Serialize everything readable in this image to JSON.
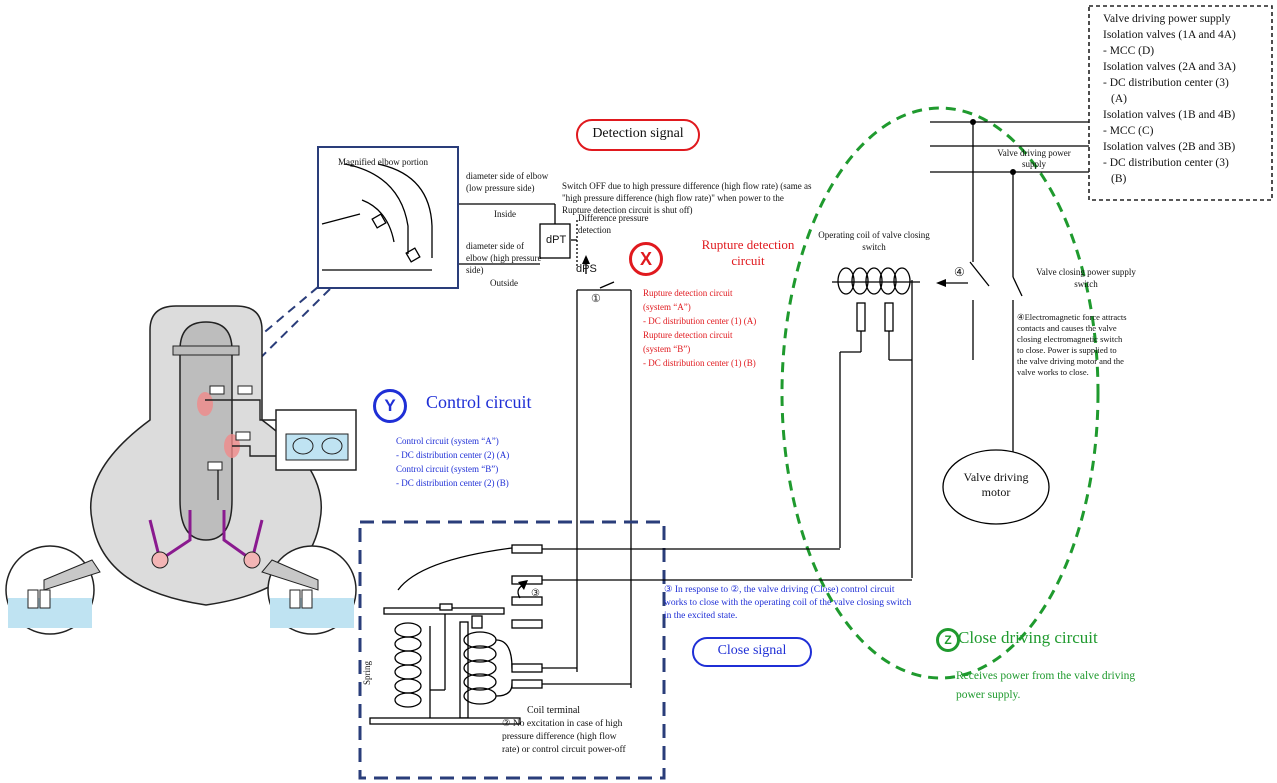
{
  "colors": {
    "red": "#e0191e",
    "blue": "#1f2fd6",
    "green": "#1f9a2e",
    "navy": "#2a3d7a",
    "purple": "#8a1a8f",
    "water": "#bfe3f2"
  },
  "power_box": {
    "lines": [
      "Valve driving power supply",
      "Isolation valves (1A and 4A)",
      "- MCC (D)",
      "Isolation valves (2A and 3A)",
      "- DC distribution center (3)",
      "(A)",
      "Isolation valves (1B and 4B)",
      "- MCC (C)",
      "Isolation valves (2B and 3B)",
      "- DC distribution center (3)",
      "(B)"
    ]
  },
  "detection": {
    "pill": "Detection signal",
    "note": "Switch OFF due to high pressure difference (high flow rate) (same as \"high pressure difference (high flow rate)\" when power to the Rupture detection circuit is shut off)"
  },
  "magnified": {
    "title": "Magnified elbow portion",
    "low_side": "diameter side of elbow (low pressure side)",
    "inside": "Inside",
    "high_side": "diameter side of elbow (high pressure side)",
    "outside": "Outside",
    "diff_detect": "Difference pressure detection",
    "dpt": "dPT",
    "dps": "dPS",
    "step1": "①"
  },
  "rupture": {
    "badge": "X",
    "title": "Rupture detection circuit",
    "lines": [
      "Rupture detection circuit",
      "(system “A”)",
      "- DC distribution center (1) (A)",
      "Rupture detection circuit",
      "(system “B”)",
      "- DC distribution center (1) (B)"
    ]
  },
  "control": {
    "badge": "Y",
    "title": "Control circuit",
    "lines": [
      "Control circuit (system “A”)",
      "- DC distribution center (2) (A)",
      "Control circuit (system “B”)",
      "- DC distribution center (2) (B)"
    ]
  },
  "close_driving": {
    "badge": "Z",
    "title": "Close driving circuit",
    "note": "Receives power from the valve driving power supply."
  },
  "valve": {
    "power_supply": "Valve driving power supply",
    "operating_coil": "Operating coil of valve closing switch",
    "closing_switch": "Valve closing power supply switch",
    "step4": "④",
    "step4_note": "④Electromagnetic force attracts contacts and causes the valve closing electromagnetic switch to close. Power is supplied to the valve driving motor and the valve works to close.",
    "motor": "Valve driving motor"
  },
  "relay": {
    "step3": "③  In response to ②, the valve driving (Close) control circuit works to close with the operating coil of the valve closing switch in the excited state.",
    "step3_small": "③",
    "close_signal": "Close signal",
    "spring": "Spring",
    "coil_terminal": "Coil terminal",
    "step2": "②  No excitation in case of high pressure difference (high flow rate) or control circuit power-off"
  }
}
